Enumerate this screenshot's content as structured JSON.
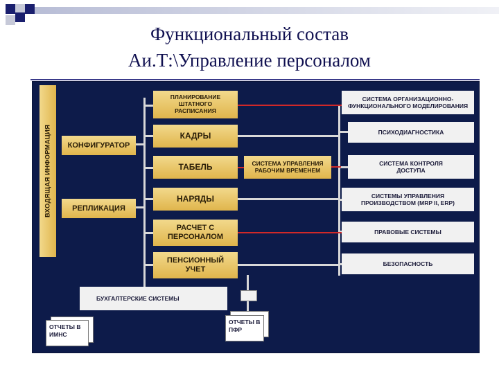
{
  "slide": {
    "title_line1": "Функциональный состав",
    "title_line2": "Аи.Т:\\Управление персоналом"
  },
  "diagram": {
    "side_label": "ВХОДЯЩАЯ ИНФОРМАЦИЯ",
    "left_blocks": [
      "КОНФИГУРАТОР",
      "РЕПЛИКАЦИЯ"
    ],
    "modules": [
      "ПЛАНИРОВАНИЕ ШТАТНОГО РАСПИСАНИЯ",
      "КАДРЫ",
      "ТАБЕЛЬ",
      "НАРЯДЫ",
      "РАСЧЕТ С ПЕРСОНАЛОМ",
      "ПЕНСИОННЫЙ УЧЕТ"
    ],
    "middle_system": "СИСТЕМА УПРАВЛЕНИЯ РАБОЧИМ ВРЕМЕНЕМ",
    "external_systems": [
      "СИСТЕМА ОРГАНИЗАЦИОННО-ФУНКЦИОНАЛЬНОГО МОДЕЛИРОВАНИЯ",
      "ПСИХОДИАГНОСТИКА",
      "СИСТЕМА КОНТРОЛЯ ДОСТУПА",
      "СИСТЕМЫ УПРАВЛЕНИЯ ПРОИЗВОДСТВОМ (MRP II, ERP)",
      "ПРАВОВЫЕ СИСТЕМЫ",
      "БЕЗОПАСНОСТЬ"
    ],
    "accounting": "БУХГАЛТЕРСКИЕ СИСТЕМЫ",
    "reports": [
      "ОТЧЕТЫ В ИМНС",
      "ОТЧЕТЫ В ПФР"
    ]
  },
  "colors": {
    "panel": "#0d1b4a",
    "module_fill": "#e8c466",
    "link_red": "#d02828",
    "title": "#101050"
  }
}
